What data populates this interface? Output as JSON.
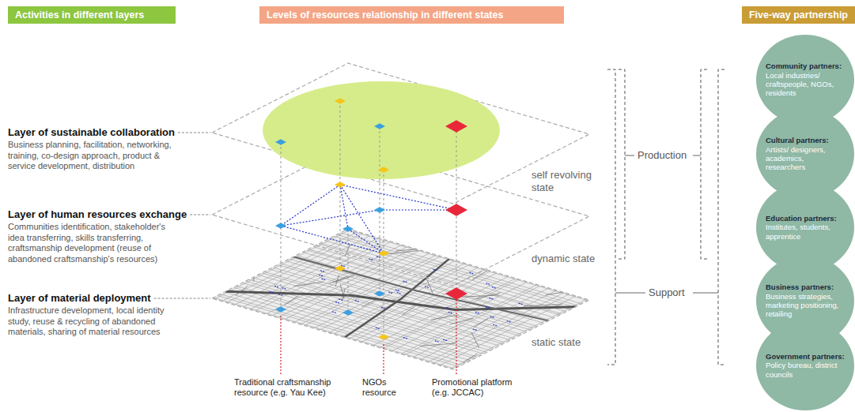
{
  "diagram": {
    "nodes": [
      {
        "text": [
          "Activities in different layers"
        ]
      },
      {
        "text": [
          "Levels of resources relationship in different states"
        ]
      },
      {
        "text": [
          "Five-way partnership"
        ]
      },
      {
        "text": [
          "Community partners:",
          "Local industries/ craftspeople, NGOs, residents"
        ]
      },
      {
        "text": [
          "Cultural partners:",
          "Artists/ designers, academics, researchers"
        ]
      },
      {
        "text": [
          "Education partners:",
          "Institutes, students, apprentice"
        ]
      },
      {
        "text": [
          "Business partners:",
          "Business strategies, marketing positioning, retailing"
        ]
      },
      {
        "text": [
          "Government partners:",
          "Policy bureau, district councils"
        ]
      }
    ],
    "labels": [
      "Layer of sustainable collaboration",
      "Business planning, facilitation, networking, training, co-design approach, product & service development, distribution",
      "Layer of human resources exchange",
      "Communities identification, stakeholder's idea transferring, skills transferring, craftsmanship development (reuse of abandoned craftsmanship's resources)",
      "Layer of material deployment",
      "Infrastructure development, local identity study, reuse & recycling of abandoned materials, sharing of material resources",
      "self revolving state",
      "dynamic state",
      "static state",
      "Production",
      "Support",
      "Traditional craftsmanship resource (e.g. Yau Kee)",
      "NGOs resource",
      "Promotional platform (e.g. JCCAC)"
    ]
  }
}
